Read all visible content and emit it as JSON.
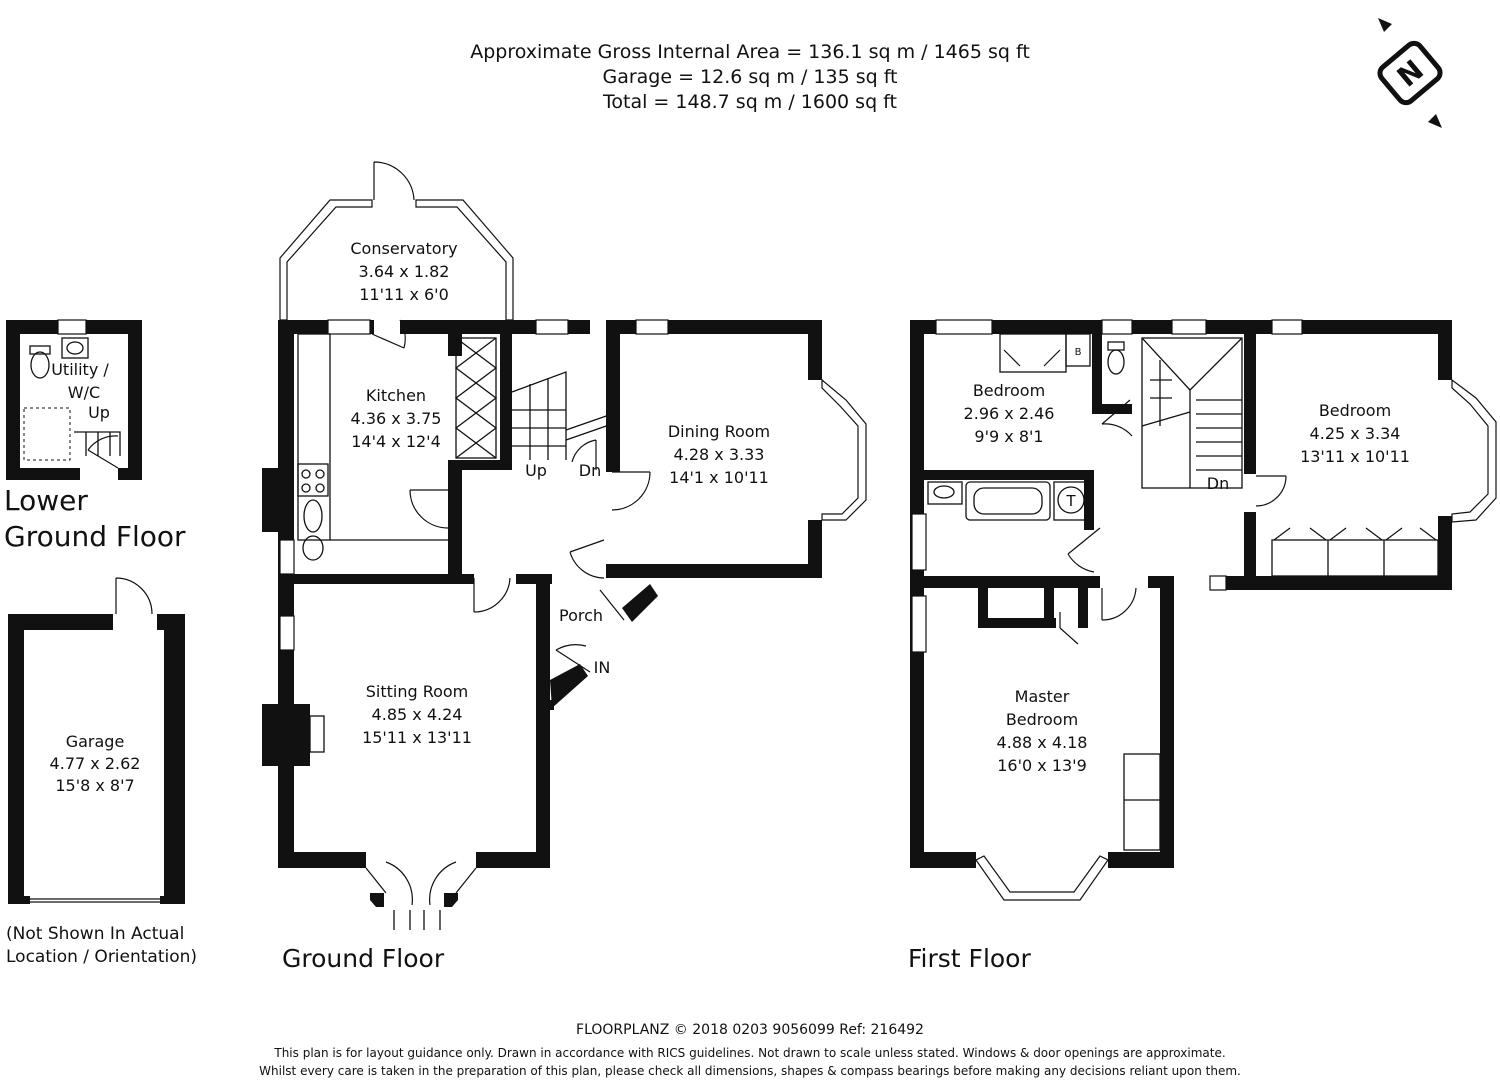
{
  "header": {
    "line1": "Approximate Gross Internal Area = 136.1 sq m / 1465 sq ft",
    "line2": "Garage = 12.6 sq m / 135 sq ft",
    "line3": "Total = 148.7 sq m / 1600 sq ft"
  },
  "compass": {
    "letter": "N",
    "icon": "compass-north-icon"
  },
  "lower_ground": {
    "title_line1": "Lower",
    "title_line2": "Ground Floor",
    "utility": {
      "name_line1": "Utility /",
      "name_line2": "W/C",
      "stairs": "Up"
    }
  },
  "garage": {
    "name": "Garage",
    "metric": "4.77 x 2.62",
    "imperial": "15'8 x 8'7",
    "note_line1": "(Not Shown In Actual",
    "note_line2": "Location / Orientation)"
  },
  "ground_floor": {
    "title": "Ground Floor",
    "conservatory": {
      "name": "Conservatory",
      "metric": "3.64 x 1.82",
      "imperial": "11'11 x 6'0"
    },
    "kitchen": {
      "name": "Kitchen",
      "metric": "4.36 x 3.75",
      "imperial": "14'4 x 12'4"
    },
    "dining": {
      "name": "Dining Room",
      "metric": "4.28 x 3.33",
      "imperial": "14'1 x 10'11"
    },
    "sitting": {
      "name": "Sitting Room",
      "metric": "4.85 x 4.24",
      "imperial": "15'11 x 13'11"
    },
    "porch": "Porch",
    "entrance": "IN",
    "stairs_up": "Up",
    "stairs_down": "Dn"
  },
  "first_floor": {
    "title": "First Floor",
    "bedroom_small": {
      "name": "Bedroom",
      "metric": "2.96 x 2.46",
      "imperial": "9'9 x 8'1"
    },
    "bedroom_right": {
      "name": "Bedroom",
      "metric": "4.25 x 3.34",
      "imperial": "13'11 x 10'11"
    },
    "master": {
      "name_line1": "Master",
      "name_line2": "Bedroom",
      "metric": "4.88 x 4.18",
      "imperial": "16'0 x 13'9"
    },
    "stairs_down": "Dn",
    "boiler": "B",
    "tank": "T"
  },
  "footer": {
    "credit": "FLOORPLANZ © 2018   0203 9056099   Ref: 216492",
    "disclaimer1": "This plan is for layout guidance only. Drawn in accordance with RICS guidelines. Not drawn to scale unless stated. Windows & door openings are approximate.",
    "disclaimer2": "Whilst every care is taken in the preparation of this plan, please check all dimensions, shapes & compass bearings before making any decisions reliant upon them."
  }
}
